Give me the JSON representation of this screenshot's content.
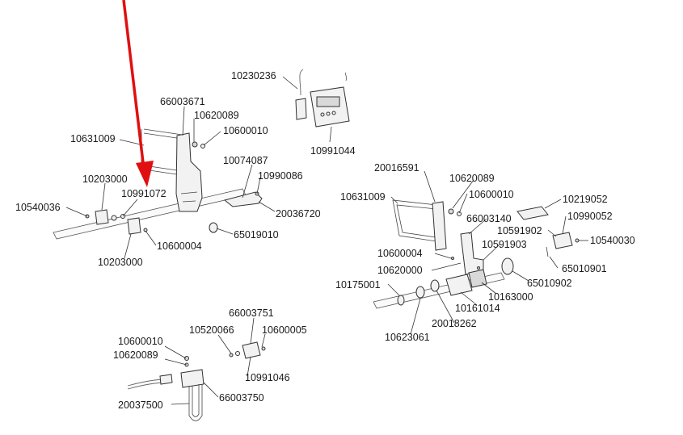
{
  "callout_colors": {
    "arrow": "#e01010",
    "line": "#333333",
    "part_fill": "#f2f2f2"
  },
  "parts": [
    "10230236",
    "66003671",
    "10620089",
    "10600010",
    "10631009",
    "10991044",
    "10074087",
    "10990086",
    "10203000",
    "10991072",
    "10540036",
    "20036720",
    "65019010",
    "10600004",
    "10203000",
    "20016591",
    "10620089",
    "10600010",
    "10631009",
    "10219052",
    "66003140",
    "10591902",
    "10990052",
    "10540030",
    "10591903",
    "10600004",
    "65010901",
    "10620000",
    "65010902",
    "10175001",
    "10163000",
    "10161014",
    "20018262",
    "10623061",
    "66003751",
    "10600010",
    "10520066",
    "10600005",
    "10620089",
    "10991046",
    "66003750",
    "20037500"
  ]
}
